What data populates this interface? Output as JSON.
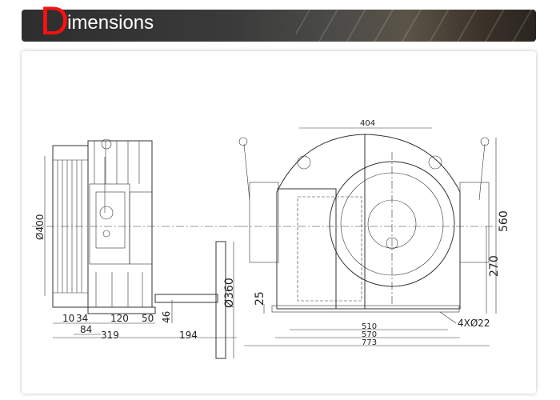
{
  "header": {
    "title_initial": "D",
    "title_rest": "imensions"
  },
  "side_view": {
    "diameter_labels": [
      "Ø400",
      "Ø360"
    ],
    "bottom_dims": [
      "10",
      "34",
      "120",
      "50",
      "84",
      "319",
      "194"
    ],
    "vertical_dim": "46"
  },
  "front_view": {
    "top_dim": "404",
    "right_dims": [
      "560",
      "270"
    ],
    "left_dim": "25",
    "bottom_dims": [
      "510",
      "570",
      "773"
    ],
    "bolt_label": "4XØ22"
  }
}
